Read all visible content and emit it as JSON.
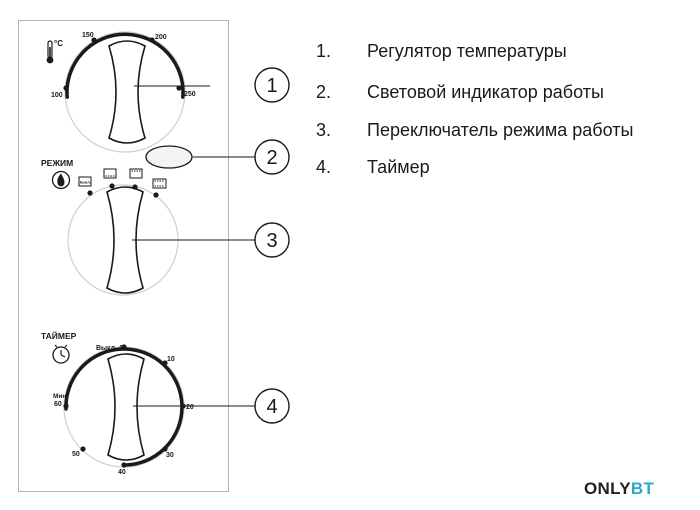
{
  "legend": {
    "items": [
      {
        "number": "1.",
        "label": "Регулятор температуры"
      },
      {
        "number": "2.",
        "label": "Световой индикатор работы"
      },
      {
        "number": "3.",
        "label": "Переключатель режима работы"
      },
      {
        "number": "4.",
        "label": "Таймер"
      }
    ]
  },
  "callouts": [
    "1",
    "2",
    "3",
    "4"
  ],
  "temperature_knob": {
    "unit": "°C",
    "scale": [
      "100",
      "150",
      "200",
      "250"
    ],
    "icon": "thermometer-icon"
  },
  "mode_knob": {
    "title": "РЕЖИМ",
    "off_label": "Выкл.",
    "icon": "flame-icon",
    "mode_icons": [
      "bottom-heat-icon",
      "top-heat-icon",
      "top-bottom-heat-icon"
    ]
  },
  "timer_knob": {
    "title": "ТАЙМЕР",
    "off_label": "Выкл.-0",
    "min_label": "Мин.",
    "scale": [
      "10",
      "20",
      "30",
      "40",
      "50",
      "60"
    ],
    "icon": "clock-icon"
  },
  "brand": {
    "part1": "ONLY",
    "part2": "BT",
    "accent_color": "#2ea8c8"
  },
  "colors": {
    "line": "#1a1a1a",
    "panel_border": "#b5b5b5",
    "indicator_fill": "#f4f4f4"
  }
}
